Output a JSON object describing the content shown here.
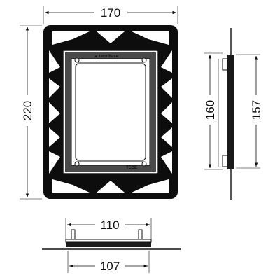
{
  "front_view": {
    "width_label": "170",
    "height_label": "220",
    "brand_top": "▲ tece base",
    "brand_bottom": "TECE"
  },
  "side_view": {
    "height_outer_label": "160",
    "height_inner_label": "157"
  },
  "bottom_view": {
    "top_width_label": "110",
    "bottom_width_label": "107"
  }
}
